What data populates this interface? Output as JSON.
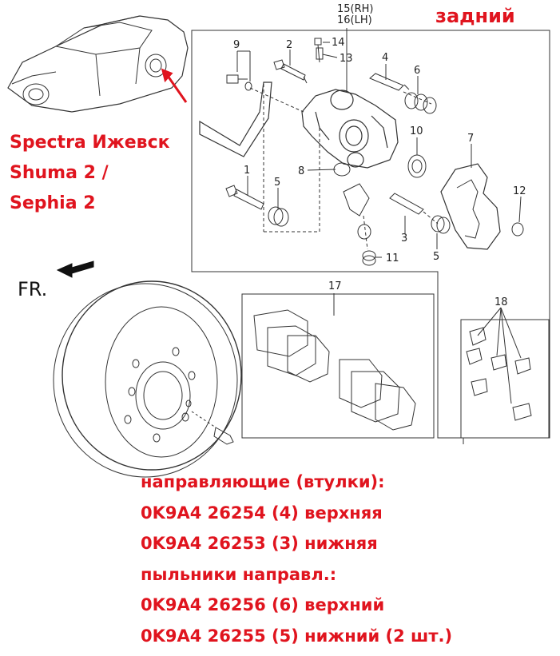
{
  "header": {
    "rear_title": "задний"
  },
  "car_label": {
    "lines": [
      "Spectra Ижевск",
      "Shuma 2 /",
      "Sephia 2"
    ]
  },
  "front_marker": "FR.",
  "callouts": {
    "p1": "1",
    "p2": "2",
    "p3": "3",
    "p4": "4",
    "p5a": "5",
    "p5b": "5",
    "p6": "6",
    "p7": "7",
    "p8": "8",
    "p9": "9",
    "p10": "10",
    "p11": "11",
    "p12": "12",
    "p13": "13",
    "p14": "14",
    "p15": "15(RH)",
    "p16": "16(LH)",
    "p17": "17",
    "p18": "18"
  },
  "notes": {
    "guides_heading": "направляющие (втулки):",
    "guide_upper": "0K9A4 26254  (4) верхняя",
    "guide_lower": "0K9A4 26253  (3) нижняя",
    "boots_heading": "пыльники направл.:",
    "boot_upper": "0K9A4 26256  (6) верхний",
    "boot_lower": "0K9A4 26255  (5) нижний (2 шт.)"
  },
  "colors": {
    "annotation": "#e0141e",
    "line": "#333333"
  }
}
